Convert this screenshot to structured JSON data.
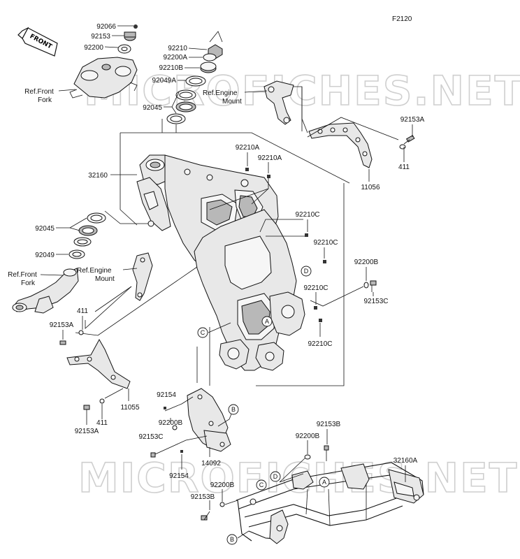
{
  "diagram_code": "F2120",
  "watermark": "MICROFICHES.NET",
  "front_badge": "FRONT",
  "labels": {
    "p92066": "92066",
    "p92153_top": "92153",
    "p92200_top": "92200",
    "p92210": "92210",
    "p92200A": "92200A",
    "p92210B": "92210B",
    "p92049A": "92049A",
    "p92045_top": "92045",
    "ref_front_fork_1": "Ref.Front",
    "ref_front_fork_2": "Fork",
    "ref_engine_mount_top_1": "Ref.Engine",
    "ref_engine_mount_top_2": "Mount",
    "p32160": "32160",
    "p92210A_1": "92210A",
    "p92210A_2": "92210A",
    "p92153A_tr": "92153A",
    "p411_tr": "411",
    "p11056": "11056",
    "p92045_left": "92045",
    "p92049_left": "92049",
    "ref_front_fork_left_1": "Ref.Front",
    "ref_front_fork_left_2": "Fork",
    "ref_engine_mount_left_1": "Ref.Engine",
    "ref_engine_mount_left_2": "Mount",
    "p92210C_1": "92210C",
    "p92210C_2": "92210C",
    "p92210C_3": "92210C",
    "p92210C_4": "92210C",
    "p92200B_r": "92200B",
    "p92153C_r": "92153C",
    "p411_l": "411",
    "p92153A_l": "92153A",
    "p11055": "11055",
    "p411_bl": "411",
    "p92153A_bl": "92153A",
    "p92154_1": "92154",
    "p92200B_m": "92200B",
    "p92153C_m": "92153C",
    "p14092": "14092",
    "p92154_2": "92154",
    "p92153B_r": "92153B",
    "p92200B_r2": "92200B",
    "p32160A": "32160A",
    "p92200B_b": "92200B",
    "p92153B_b": "92153B"
  },
  "callouts": {
    "A": "A",
    "B": "B",
    "C": "C",
    "D": "D"
  }
}
